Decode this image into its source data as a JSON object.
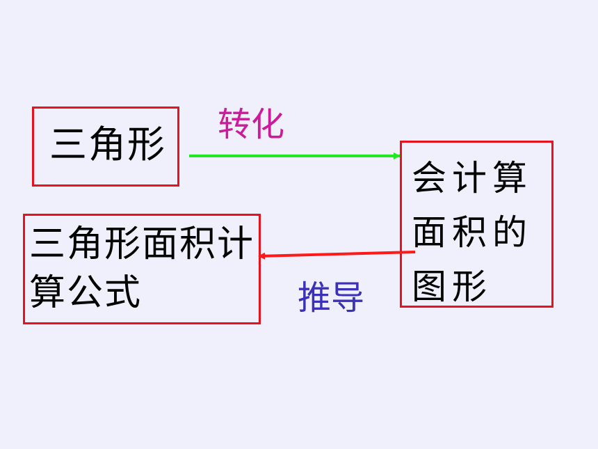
{
  "nodes": {
    "triangle": "三角形",
    "target": "会计算面积的图形",
    "formula": "三角形面积计算公式"
  },
  "edges": {
    "transform": "转化",
    "derive": "推导"
  },
  "colors": {
    "background": "#f0f0fc",
    "box_border": "#e8121c",
    "arrow_transform": "#22e822",
    "arrow_derive": "#ff1a1a",
    "label_transform": "#cc1a9a",
    "label_derive": "#3b30b8"
  }
}
